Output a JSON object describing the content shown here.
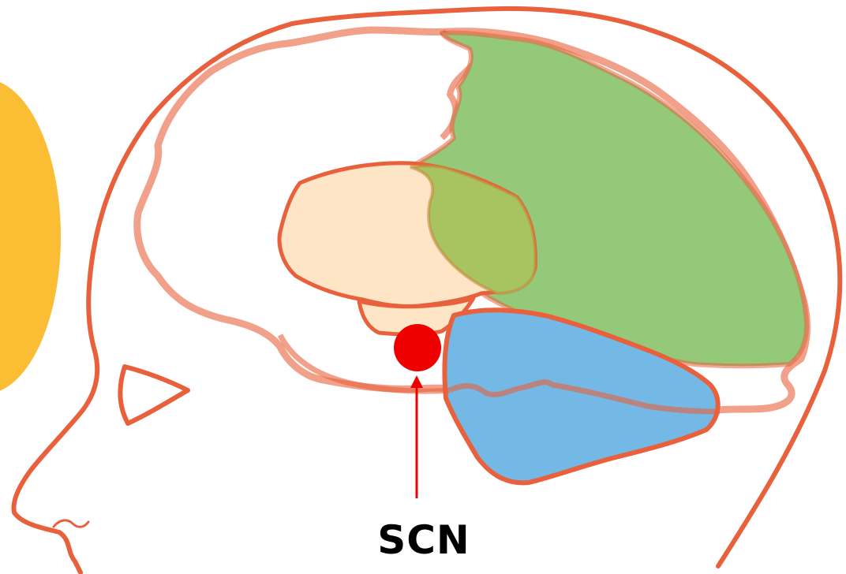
{
  "diagram": {
    "label": "SCN",
    "colors": {
      "outline": "#e8603c",
      "sun": "#fbbd34",
      "frontal_lobe": "#ffffff",
      "parietal_lobe": "#95c97a",
      "thalamus": "#fde5c6",
      "temporal_lobe": "#74b9e6",
      "scn_marker": "#ee0000",
      "label": "#000000"
    },
    "parts": [
      "sun",
      "head-outline",
      "eye",
      "nose",
      "brain-outline",
      "thalamus",
      "parietal-lobe",
      "temporal-lobe",
      "brainstem",
      "scn-marker",
      "scn-arrow"
    ]
  }
}
